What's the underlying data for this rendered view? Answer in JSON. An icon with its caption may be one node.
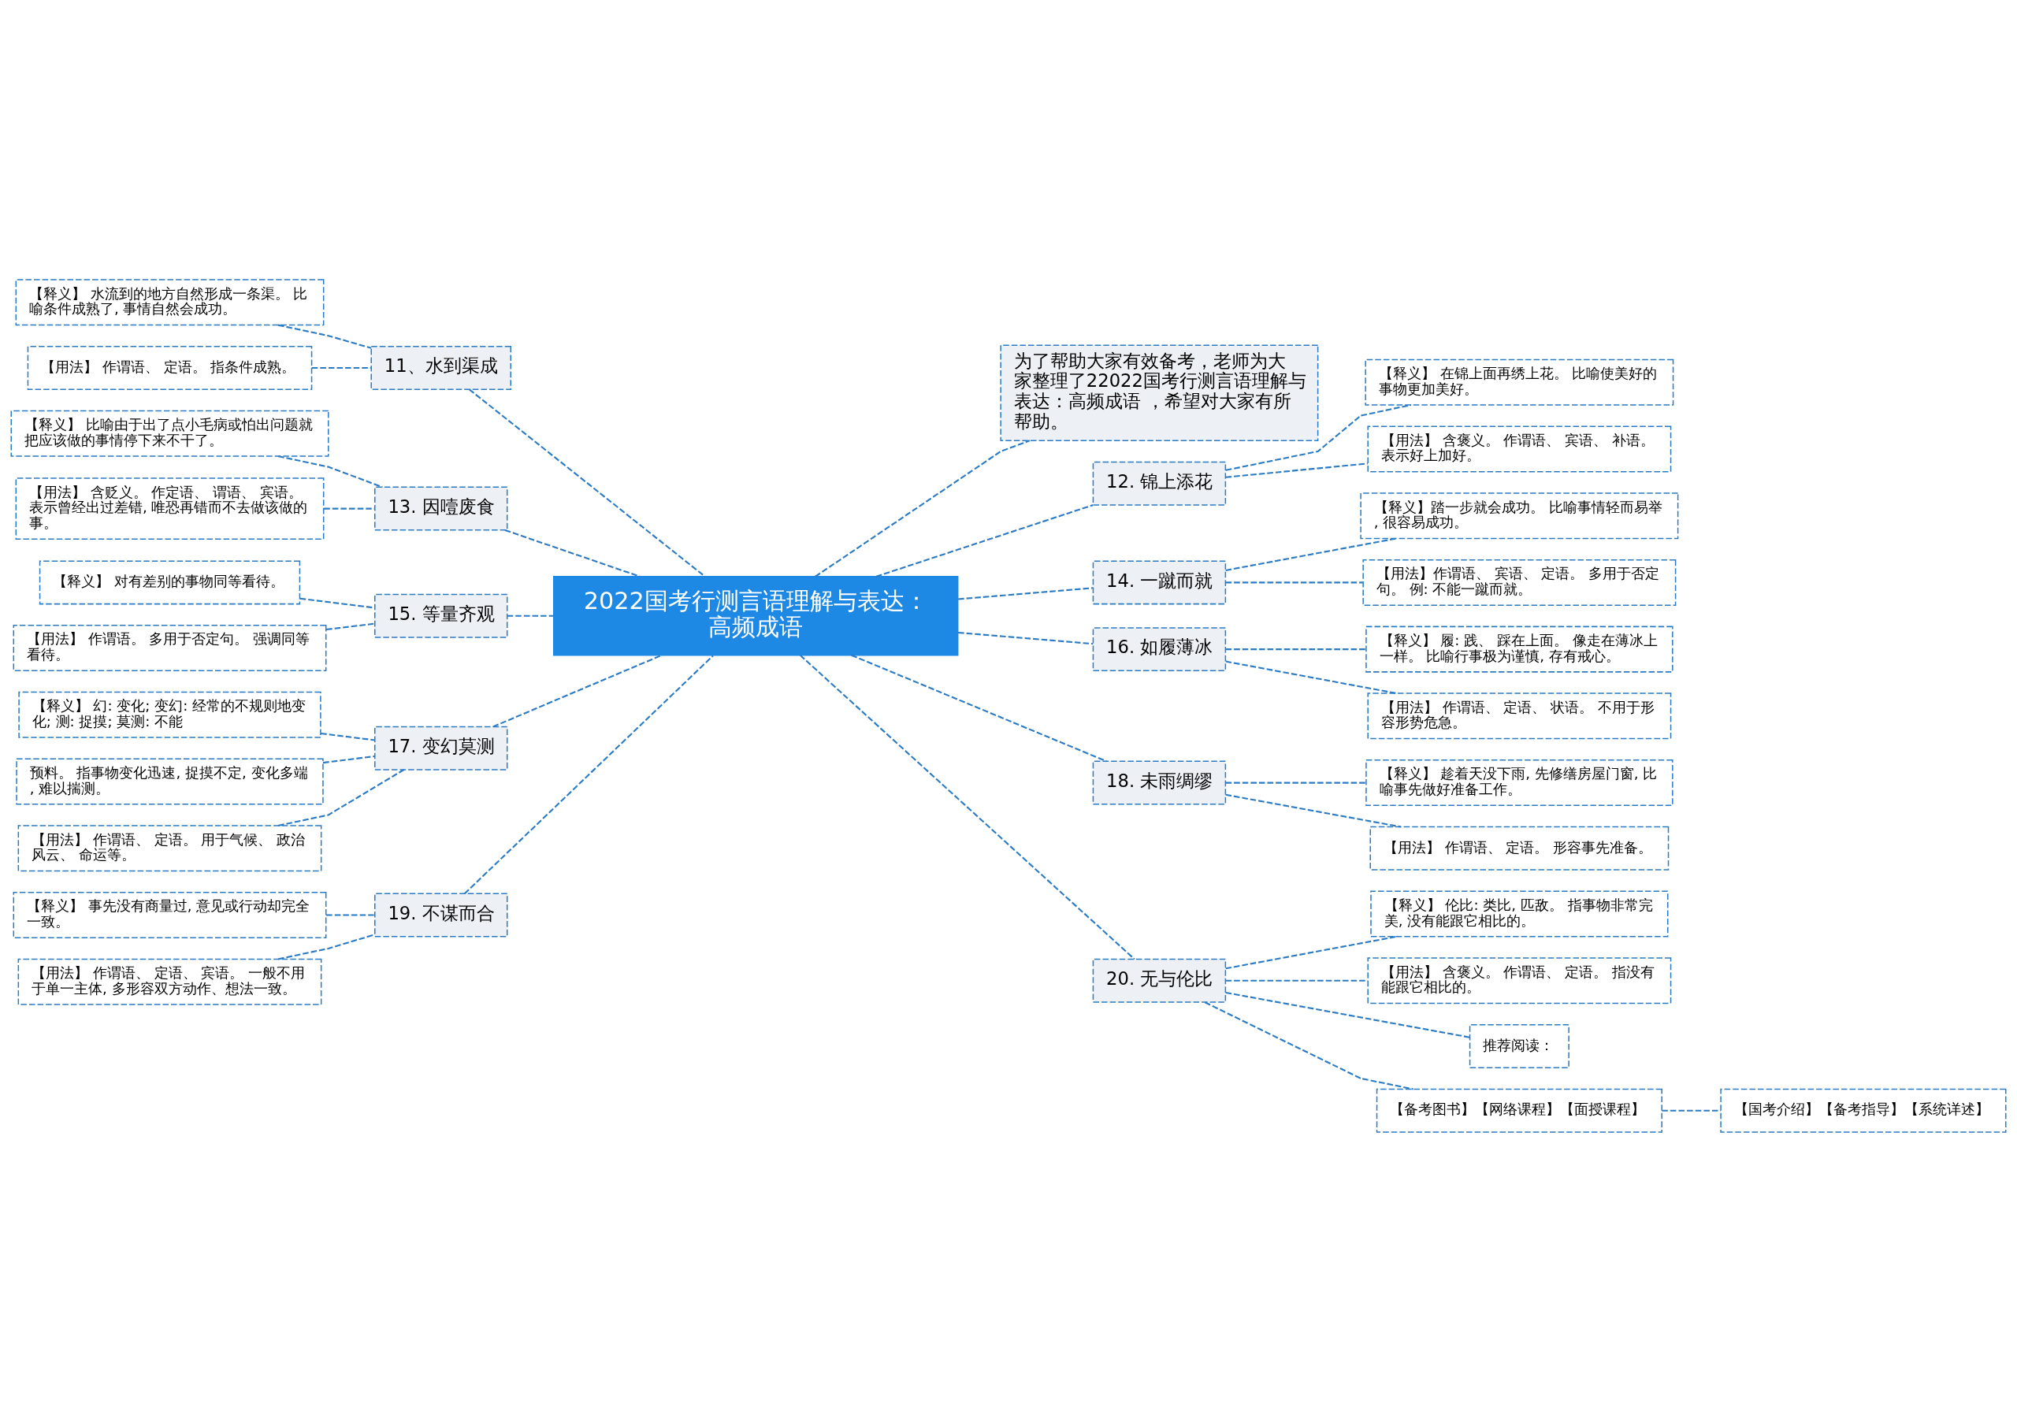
{
  "diagram": {
    "nodes": [
      {
        "text": [
          "2022国考行测言语理解与表达：高频成语"
        ]
      },
      {
        "text": [
          "为了帮助大家有效备考，老师为大家整理了22022国考行测言语理解与表达：高频成语 ，希望对大家有所帮助。"
        ]
      },
      {
        "text": [
          "12. 锦上添花"
        ]
      },
      {
        "text": [
          "【释义】 在锦上面再绣上花。 比喻使美好的事物更加美好。"
        ]
      },
      {
        "text": [
          "【用法】 含褒义。 作谓语、 宾语、 补语。表示好上加好。"
        ]
      },
      {
        "text": [
          "14. 一蹴而就"
        ]
      },
      {
        "text": [
          "【释义】踏一步就会成功。 比喻事情轻而易举, 很容易成功。"
        ]
      },
      {
        "text": [
          "【用法】作谓语、 宾语、 定语。 多用于否定句。 例: 不能一蹴而就。"
        ]
      },
      {
        "text": [
          "16. 如履薄冰"
        ]
      },
      {
        "text": [
          "【释义】 履: 践、 踩在上面。 像走在薄冰上一样。 比喻行事极为谨慎, 存有戒心。"
        ]
      },
      {
        "text": [
          "【用法】 作谓语、 定语、 状语。 不用于形容形势危急。"
        ]
      },
      {
        "text": [
          "18. 未雨绸缪"
        ]
      },
      {
        "text": [
          "【释义】 趁着天没下雨, 先修缮房屋门窗, 比喻事先做好准备工作。"
        ]
      },
      {
        "text": [
          "【用法】 作谓语、 定语。 形容事先准备。"
        ]
      },
      {
        "text": [
          "20. 无与伦比"
        ]
      },
      {
        "text": [
          "【释义】 伦比: 类比, 匹敌。 指事物非常完美, 没有能跟它相比的。"
        ]
      },
      {
        "text": [
          "【用法】 含褒义。 作谓语、 定语。 指没有能跟它相比的。"
        ]
      },
      {
        "text": [
          "推荐阅读："
        ]
      },
      {
        "text": [
          "【备考图书】【网络课程】【面授课程】"
        ]
      },
      {
        "text": [
          "【国考介绍】【备考指导】【系统详述】"
        ]
      },
      {
        "text": [
          "11、水到渠成"
        ]
      },
      {
        "text": [
          "【释义】 水流到的地方自然形成一条渠。 比喻条件成熟了, 事情自然会成功。"
        ]
      },
      {
        "text": [
          "【用法】 作谓语、 定语。 指条件成熟。"
        ]
      },
      {
        "text": [
          "13. 因噎废食"
        ]
      },
      {
        "text": [
          "【释义】 比喻由于出了点小毛病或怕出问题就把应该做的事情停下来不干了。"
        ]
      },
      {
        "text": [
          "【用法】 含贬义。 作定语、 谓语、 宾语。表示曾经出过差错, 唯恐再错而不去做该做的事。"
        ]
      },
      {
        "text": [
          "15. 等量齐观"
        ]
      },
      {
        "text": [
          "【释义】 对有差别的事物同等看待。"
        ]
      },
      {
        "text": [
          "【用法】 作谓语。 多用于否定句。 强调同等看待。"
        ]
      },
      {
        "text": [
          "17. 变幻莫测"
        ]
      },
      {
        "text": [
          "【释义】 幻: 变化; 变幻: 经常的不规则地变化; 测: 捉摸; 莫测: 不能"
        ]
      },
      {
        "text": [
          "预料。 指事物变化迅速, 捉摸不定, 变化多端, 难以揣测。"
        ]
      },
      {
        "text": [
          "【用法】 作谓语、 定语。 用于气候、 政治风云、 命运等。"
        ]
      },
      {
        "text": [
          "19. 不谋而合"
        ]
      },
      {
        "text": [
          "【释义】 事先没有商量过, 意见或行动却完全一致。"
        ]
      },
      {
        "text": [
          "【用法】 作谓语、 定语、 宾语。 一般不用于单一主体, 多形容双方动作、想法一致。"
        ]
      }
    ],
    "edges": [
      {
        "from": 0,
        "to": 1,
        "arrow": "none"
      },
      {
        "from": 0,
        "to": 2,
        "arrow": "none"
      },
      {
        "from": 2,
        "to": 3,
        "arrow": "none"
      },
      {
        "from": 2,
        "to": 4,
        "arrow": "none"
      },
      {
        "from": 0,
        "to": 5,
        "arrow": "none"
      },
      {
        "from": 5,
        "to": 6,
        "arrow": "none"
      },
      {
        "from": 5,
        "to": 7,
        "arrow": "none"
      },
      {
        "from": 0,
        "to": 8,
        "arrow": "none"
      },
      {
        "from": 8,
        "to": 9,
        "arrow": "none"
      },
      {
        "from": 8,
        "to": 10,
        "arrow": "none"
      },
      {
        "from": 0,
        "to": 11,
        "arrow": "none"
      },
      {
        "from": 11,
        "to": 12,
        "arrow": "none"
      },
      {
        "from": 11,
        "to": 13,
        "arrow": "none"
      },
      {
        "from": 0,
        "to": 14,
        "arrow": "none"
      },
      {
        "from": 14,
        "to": 15,
        "arrow": "none"
      },
      {
        "from": 14,
        "to": 16,
        "arrow": "none"
      },
      {
        "from": 14,
        "to": 17,
        "arrow": "none"
      },
      {
        "from": 14,
        "to": 18,
        "arrow": "none"
      },
      {
        "from": 18,
        "to": 19,
        "arrow": "none"
      },
      {
        "from": 0,
        "to": 20,
        "arrow": "none"
      },
      {
        "from": 20,
        "to": 21,
        "arrow": "none"
      },
      {
        "from": 20,
        "to": 22,
        "arrow": "none"
      },
      {
        "from": 0,
        "to": 23,
        "arrow": "none"
      },
      {
        "from": 23,
        "to": 24,
        "arrow": "none"
      },
      {
        "from": 23,
        "to": 25,
        "arrow": "none"
      },
      {
        "from": 0,
        "to": 26,
        "arrow": "none"
      },
      {
        "from": 26,
        "to": 27,
        "arrow": "none"
      },
      {
        "from": 26,
        "to": 28,
        "arrow": "none"
      },
      {
        "from": 0,
        "to": 29,
        "arrow": "none"
      },
      {
        "from": 29,
        "to": 30,
        "arrow": "none"
      },
      {
        "from": 29,
        "to": 31,
        "arrow": "none"
      },
      {
        "from": 29,
        "to": 32,
        "arrow": "none"
      },
      {
        "from": 0,
        "to": 33,
        "arrow": "none"
      },
      {
        "from": 33,
        "to": 34,
        "arrow": "none"
      },
      {
        "from": 33,
        "to": 35,
        "arrow": "none"
      }
    ]
  }
}
